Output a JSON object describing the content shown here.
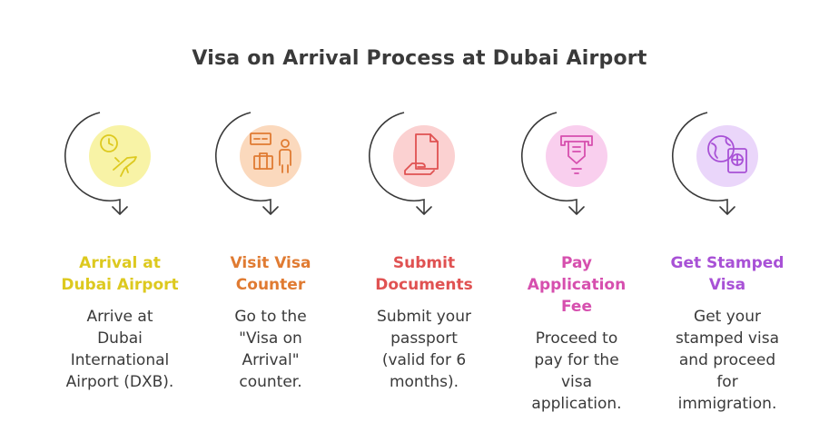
{
  "title": "Visa on Arrival Process at Dubai Airport",
  "steps": [
    {
      "icon": "clock-airplane-icon",
      "color": "#ddc91f",
      "fill": "#f8f3a6",
      "title": [
        "Arrival at",
        "Dubai Airport"
      ],
      "desc": [
        "Arrive at",
        "Dubai",
        "International",
        "Airport (DXB)."
      ]
    },
    {
      "icon": "counter-traveler-icon",
      "color": "#e07b32",
      "fill": "#fbd9bd",
      "title": [
        "Visit Visa",
        "Counter"
      ],
      "desc": [
        "Go to the",
        "\"Visa on",
        "Arrival\"",
        "counter."
      ]
    },
    {
      "icon": "document-hand-icon",
      "color": "#e05252",
      "fill": "#fbd1d1",
      "title": [
        "Submit",
        "Documents"
      ],
      "desc": [
        "Submit your",
        "passport",
        "(valid for 6",
        "months)."
      ]
    },
    {
      "icon": "payment-terminal-icon",
      "color": "#d64fae",
      "fill": "#f9cfee",
      "title": [
        "Pay",
        "Application",
        "Fee"
      ],
      "desc": [
        "Proceed to",
        "pay for the",
        "visa",
        "application."
      ]
    },
    {
      "icon": "globe-passport-icon",
      "color": "#a851d6",
      "fill": "#ead6fa",
      "title": [
        "Get Stamped",
        "Visa"
      ],
      "desc": [
        "Get your",
        "stamped visa",
        "and proceed",
        "for",
        "immigration."
      ]
    }
  ]
}
